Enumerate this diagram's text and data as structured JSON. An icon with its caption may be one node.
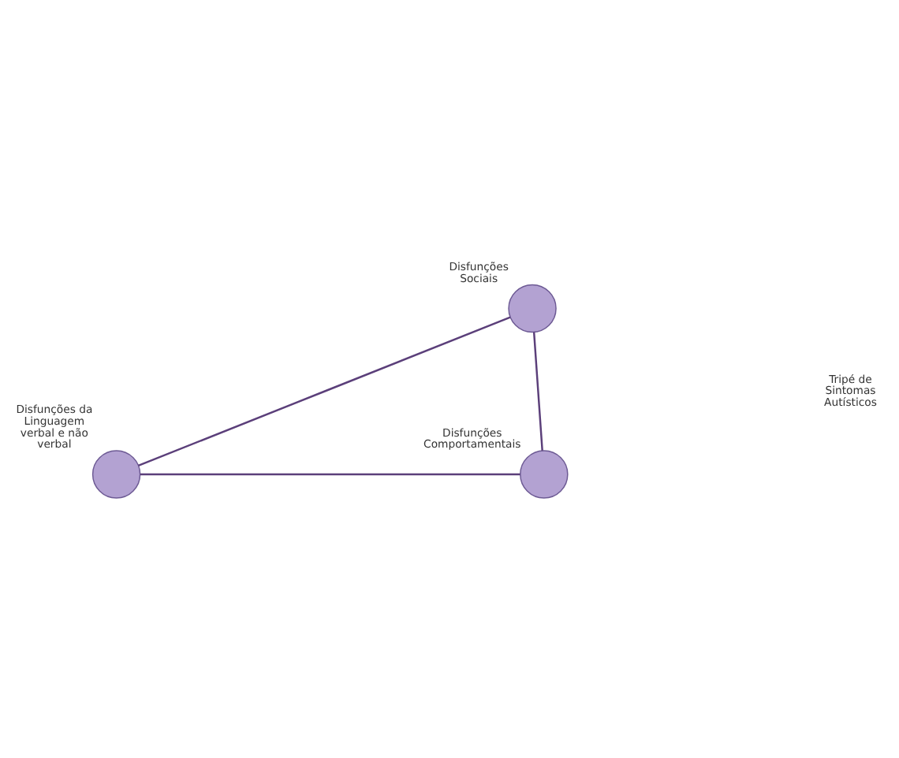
{
  "diagram": {
    "nodes": [
      {
        "text": [
          "Disfunções Sociais"
        ]
      },
      {
        "text": [
          "Disfunções da Linguagem",
          "verbal e não verbal"
        ]
      },
      {
        "text": [
          "Disfunções Comportamentais"
        ]
      }
    ],
    "edges": [
      {
        "from": 0,
        "to": 1,
        "arrow": "none"
      },
      {
        "from": 0,
        "to": 2,
        "arrow": "none"
      },
      {
        "from": 1,
        "to": 2,
        "arrow": "none"
      }
    ],
    "labels": [
      "Tripé de Sintomas Autísticos"
    ]
  }
}
